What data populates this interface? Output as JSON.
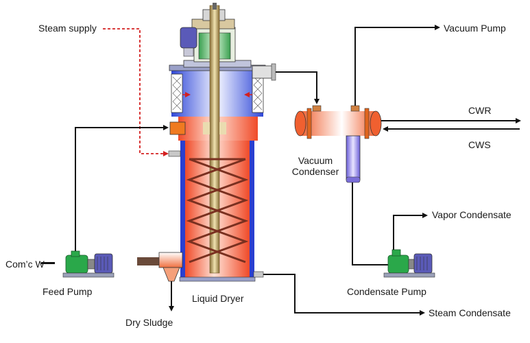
{
  "labels": {
    "steam_supply": "Steam supply",
    "vacuum_pump": "Vacuum Pump",
    "cwr": "CWR",
    "cws": "CWS",
    "vacuum_condenser_line1": "Vacuum",
    "vacuum_condenser_line2": "Condenser",
    "vapor_condensate": "Vapor Condensate",
    "comc_w": "Com’c W",
    "feed_pump": "Feed Pump",
    "liquid_dryer": "Liquid Dryer",
    "condensate_pump": "Condensate Pump",
    "dry_sludge": "Dry Sludge",
    "steam_condensate": "Steam Condensate"
  },
  "colors": {
    "line": "#111111",
    "steam_line": "#d42020",
    "jacket_blue": "#2a3fd0",
    "hot_red": "#f04a28",
    "shaft": "#b8a060",
    "pump_green": "#2aa84a",
    "motor_blue": "#5a5ab8",
    "condenser_tube": "#8f84e0"
  }
}
